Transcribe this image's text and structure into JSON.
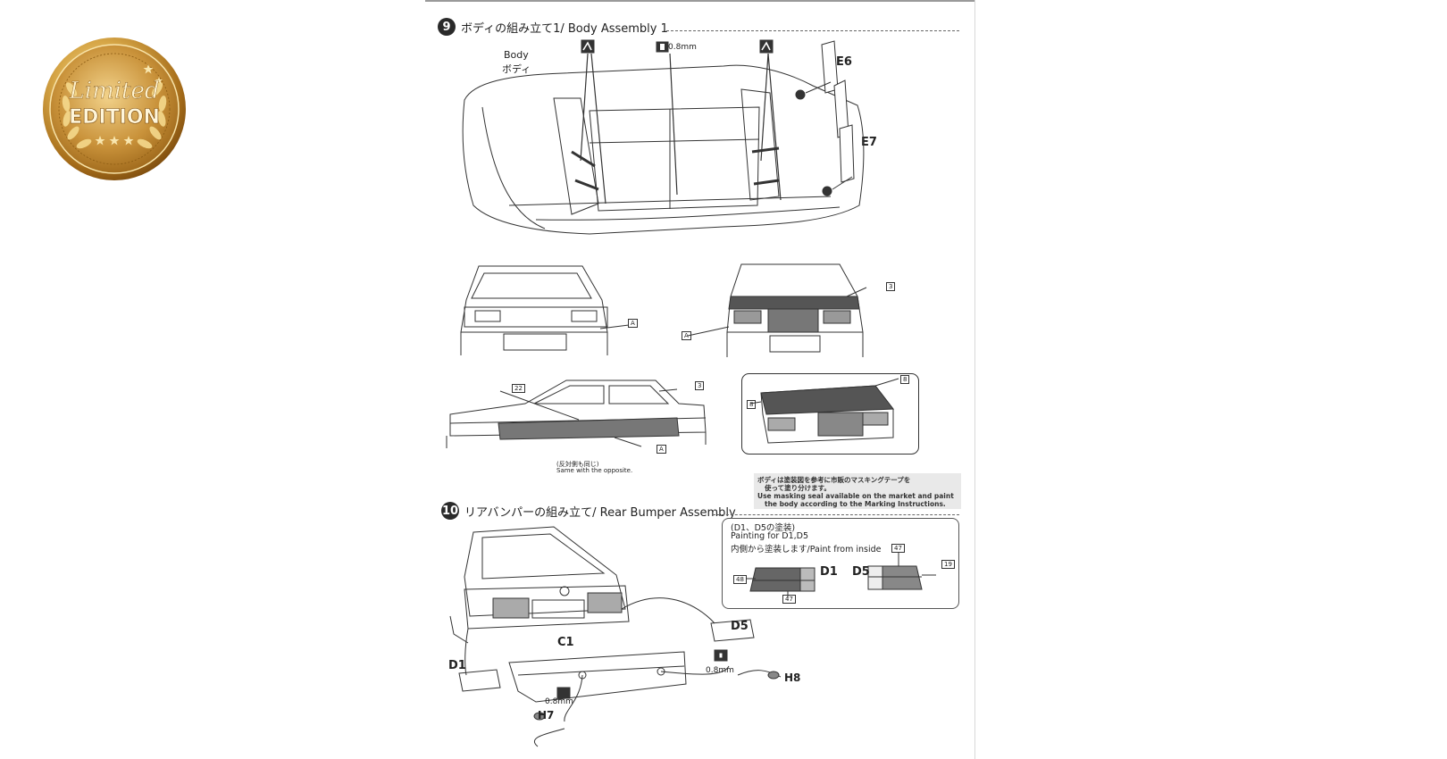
{
  "badge": {
    "line1": "Limited",
    "line2": "EDITION",
    "colors": {
      "gold_dark": "#8a5a12",
      "gold_mid": "#c8912e",
      "gold_light": "#f6dc9a"
    }
  },
  "step9": {
    "number": "9",
    "title": "ボディの組み立て1/ Body Assembly 1",
    "body_label_en": "Body",
    "body_label_jp": "ボディ",
    "drill_size": "0.8mm",
    "parts": [
      "E6",
      "E7"
    ],
    "mark_labels": [
      "A",
      "A",
      "3",
      "3",
      "22",
      "A",
      "8",
      "8"
    ],
    "same_opposite_jp": "(反対側も同じ)",
    "same_opposite_en": "Same with the opposite.",
    "note_jp_1": "ボディは塗装図を参考に市販のマスキングテープを",
    "note_jp_2": "使って塗り分けます。",
    "note_en_1": "Use masking seal available on the market and paint",
    "note_en_2": "the body according to the Marking Instructions."
  },
  "step10": {
    "number": "10",
    "title": "リアバンパーの組み立て/ Rear Bumper Assembly",
    "painting_jp": "(D1、D5の塗装)",
    "painting_en": "Painting for D1,D5",
    "paint_inside": "内側から塗装します/Paint from inside",
    "paint_codes": [
      "48",
      "47",
      "47",
      "19"
    ],
    "parts": [
      "D1",
      "D5",
      "D5",
      "D1",
      "C1",
      "H8",
      "H7"
    ],
    "drill_size_1": "0.8mm",
    "drill_size_2": "0.8mm"
  }
}
